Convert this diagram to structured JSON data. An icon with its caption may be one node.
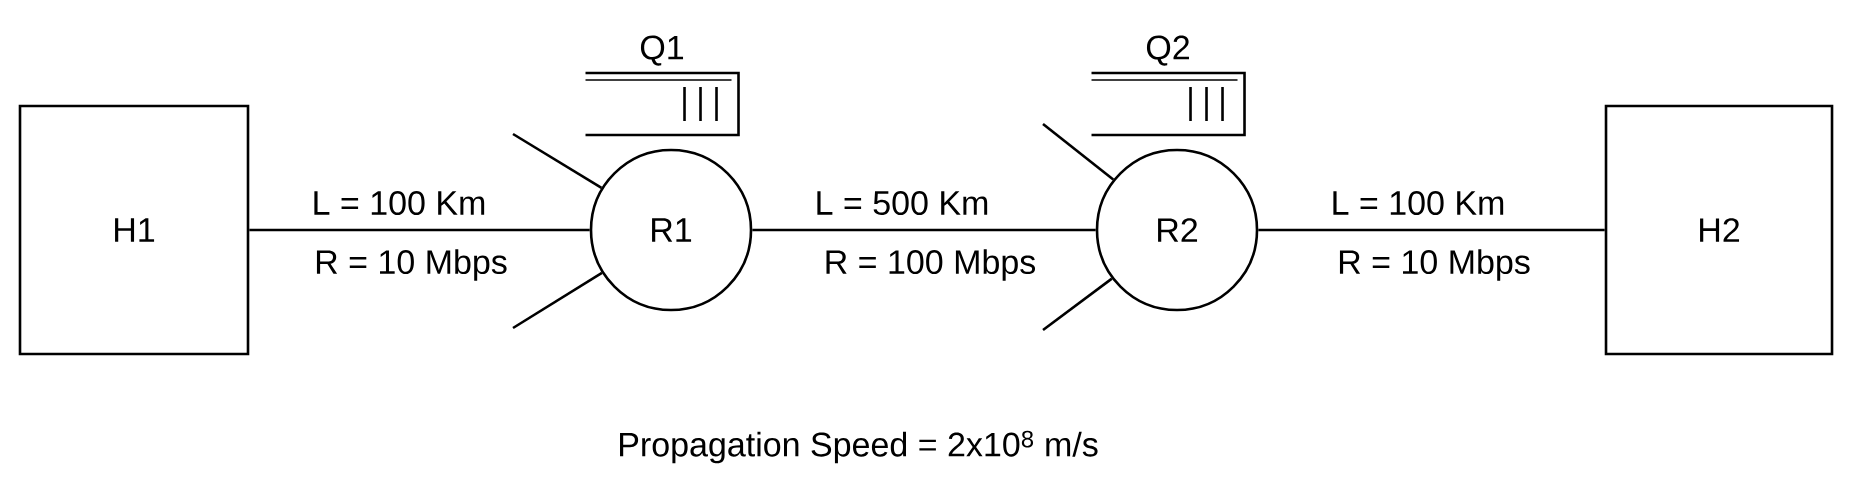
{
  "diagram": {
    "nodes": [
      {
        "text": [
          "H1"
        ]
      },
      {
        "text": [
          "R1"
        ]
      },
      {
        "text": [
          "Q1"
        ]
      },
      {
        "text": [
          "R2"
        ]
      },
      {
        "text": [
          "Q2"
        ]
      },
      {
        "text": [
          "H2"
        ]
      }
    ],
    "edges": [
      {
        "from": 0,
        "to": 1,
        "arrow": "none",
        "label": "L = 100 Km"
      },
      {
        "from": 1,
        "to": 3,
        "arrow": "none",
        "label": "L = 500 Km"
      },
      {
        "from": 3,
        "to": 5,
        "arrow": "none",
        "label": "L = 100 Km"
      },
      {
        "from": 1,
        "to": null,
        "arrow": "none"
      },
      {
        "from": 1,
        "to": null,
        "arrow": "none"
      },
      {
        "from": 3,
        "to": null,
        "arrow": "none"
      },
      {
        "from": 3,
        "to": null,
        "arrow": "none"
      }
    ],
    "labels": [
      "R = 10 Mbps",
      "R = 100 Mbps",
      "R = 10 Mbps",
      "Propagation Speed = 2x10$^{8}$ m/s"
    ]
  }
}
